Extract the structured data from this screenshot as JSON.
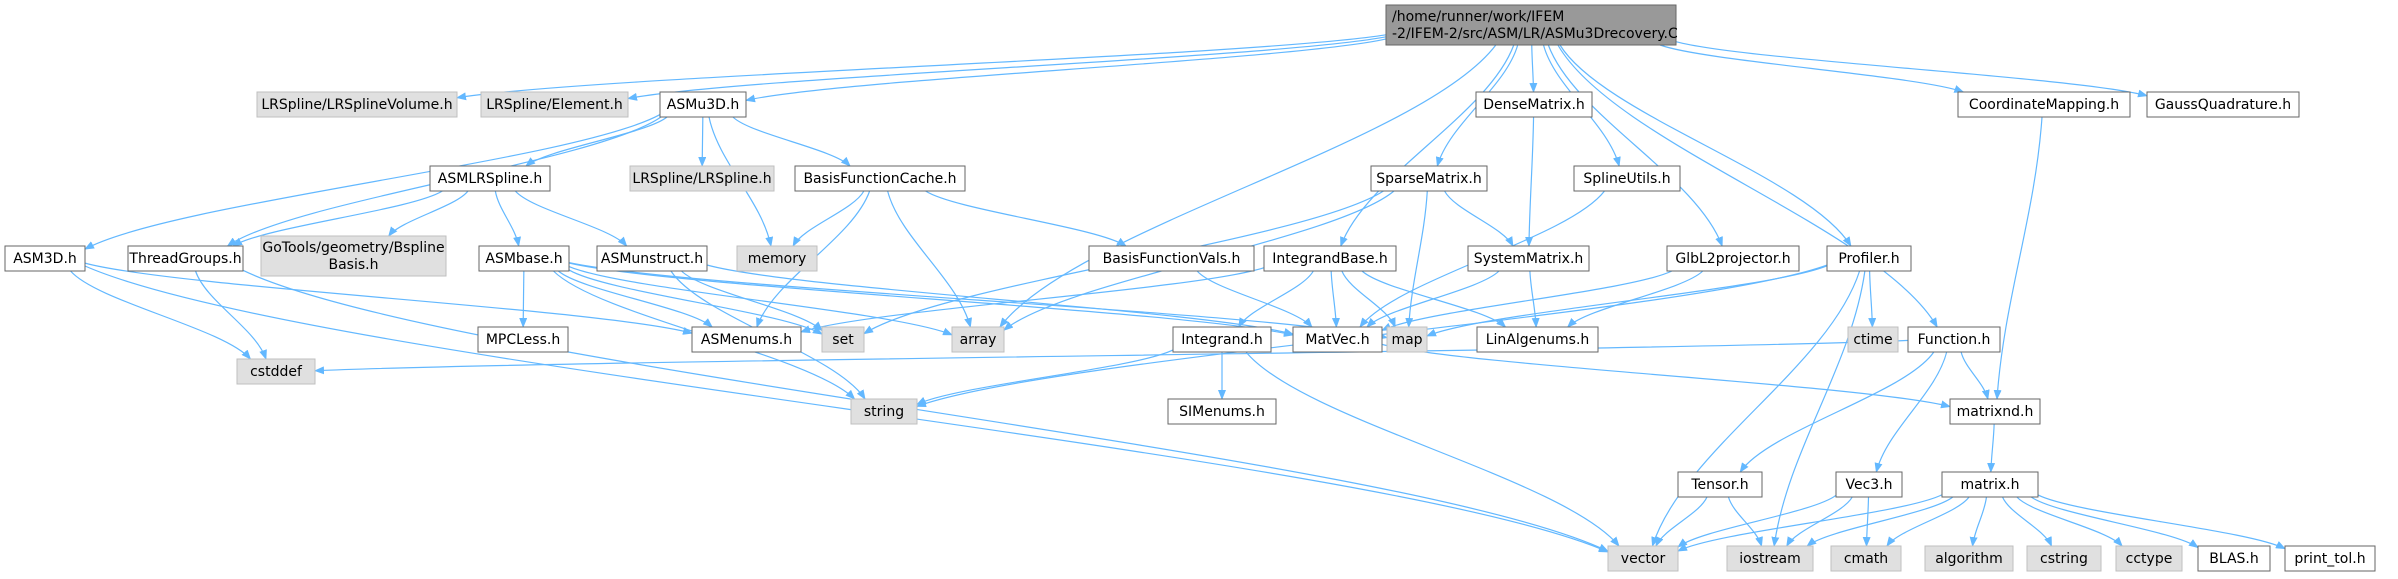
{
  "colors": {
    "edge": "#63b8ff",
    "node_border": "#666666",
    "root_fill": "#999999",
    "external_fill": "#e0e0e0",
    "node_fill": "#ffffff"
  },
  "nodes": [
    {
      "id": "root",
      "lines": [
        "/home/runner/work/IFEM",
        "-2/IFEM-2/src/ASM/LR/ASMu3Drecovery.C"
      ],
      "kind": "root"
    },
    {
      "id": "lrvol",
      "lines": [
        "LRSpline/LRSplineVolume.h"
      ],
      "kind": "external"
    },
    {
      "id": "lrelem",
      "lines": [
        "LRSpline/Element.h"
      ],
      "kind": "external"
    },
    {
      "id": "asmu3d",
      "lines": [
        "ASMu3D.h"
      ],
      "kind": "local"
    },
    {
      "id": "densematrix",
      "lines": [
        "DenseMatrix.h"
      ],
      "kind": "local"
    },
    {
      "id": "coordmap",
      "lines": [
        "CoordinateMapping.h"
      ],
      "kind": "local"
    },
    {
      "id": "gaussquad",
      "lines": [
        "GaussQuadrature.h"
      ],
      "kind": "local"
    },
    {
      "id": "asmlrspline",
      "lines": [
        "ASMLRSpline.h"
      ],
      "kind": "local"
    },
    {
      "id": "lrspline",
      "lines": [
        "LRSpline/LRSpline.h"
      ],
      "kind": "external"
    },
    {
      "id": "bfcache",
      "lines": [
        "BasisFunctionCache.h"
      ],
      "kind": "local"
    },
    {
      "id": "sparsematrix",
      "lines": [
        "SparseMatrix.h"
      ],
      "kind": "local"
    },
    {
      "id": "splineutils",
      "lines": [
        "SplineUtils.h"
      ],
      "kind": "local"
    },
    {
      "id": "asm3d",
      "lines": [
        "ASM3D.h"
      ],
      "kind": "local"
    },
    {
      "id": "threadgroups",
      "lines": [
        "ThreadGroups.h"
      ],
      "kind": "local"
    },
    {
      "id": "gotools",
      "lines": [
        "GoTools/geometry/Bspline",
        "Basis.h"
      ],
      "kind": "external"
    },
    {
      "id": "memory",
      "lines": [
        "memory"
      ],
      "kind": "external"
    },
    {
      "id": "asmbase",
      "lines": [
        "ASMbase.h"
      ],
      "kind": "local"
    },
    {
      "id": "asmunstruct",
      "lines": [
        "ASMunstruct.h"
      ],
      "kind": "local"
    },
    {
      "id": "bfvals",
      "lines": [
        "BasisFunctionVals.h"
      ],
      "kind": "local"
    },
    {
      "id": "integrandbase",
      "lines": [
        "IntegrandBase.h"
      ],
      "kind": "local"
    },
    {
      "id": "systemmatrix",
      "lines": [
        "SystemMatrix.h"
      ],
      "kind": "local"
    },
    {
      "id": "glbl2",
      "lines": [
        "GlbL2projector.h"
      ],
      "kind": "local"
    },
    {
      "id": "profiler",
      "lines": [
        "Profiler.h"
      ],
      "kind": "local"
    },
    {
      "id": "mpcless",
      "lines": [
        "MPCLess.h"
      ],
      "kind": "local"
    },
    {
      "id": "asmenums",
      "lines": [
        "ASMenums.h"
      ],
      "kind": "local"
    },
    {
      "id": "set",
      "lines": [
        "set"
      ],
      "kind": "external"
    },
    {
      "id": "array",
      "lines": [
        "array"
      ],
      "kind": "external"
    },
    {
      "id": "integrand",
      "lines": [
        "Integrand.h"
      ],
      "kind": "local"
    },
    {
      "id": "matvec",
      "lines": [
        "MatVec.h"
      ],
      "kind": "local"
    },
    {
      "id": "map",
      "lines": [
        "map"
      ],
      "kind": "external"
    },
    {
      "id": "linalgenums",
      "lines": [
        "LinAlgenums.h"
      ],
      "kind": "local"
    },
    {
      "id": "ctime",
      "lines": [
        "ctime"
      ],
      "kind": "external"
    },
    {
      "id": "function",
      "lines": [
        "Function.h"
      ],
      "kind": "local"
    },
    {
      "id": "cstddef",
      "lines": [
        "cstddef"
      ],
      "kind": "external"
    },
    {
      "id": "string",
      "lines": [
        "string"
      ],
      "kind": "external"
    },
    {
      "id": "simenums",
      "lines": [
        "SIMenums.h"
      ],
      "kind": "local"
    },
    {
      "id": "matrixnd",
      "lines": [
        "matrixnd.h"
      ],
      "kind": "local"
    },
    {
      "id": "tensor",
      "lines": [
        "Tensor.h"
      ],
      "kind": "local"
    },
    {
      "id": "vec3",
      "lines": [
        "Vec3.h"
      ],
      "kind": "local"
    },
    {
      "id": "matrix",
      "lines": [
        "matrix.h"
      ],
      "kind": "local"
    },
    {
      "id": "vector",
      "lines": [
        "vector"
      ],
      "kind": "external"
    },
    {
      "id": "iostream",
      "lines": [
        "iostream"
      ],
      "kind": "external"
    },
    {
      "id": "cmath",
      "lines": [
        "cmath"
      ],
      "kind": "external"
    },
    {
      "id": "algorithm",
      "lines": [
        "algorithm"
      ],
      "kind": "external"
    },
    {
      "id": "cstring",
      "lines": [
        "cstring"
      ],
      "kind": "external"
    },
    {
      "id": "cctype",
      "lines": [
        "cctype"
      ],
      "kind": "external"
    },
    {
      "id": "blas",
      "lines": [
        "BLAS.h"
      ],
      "kind": "local"
    },
    {
      "id": "printtol",
      "lines": [
        "print_tol.h"
      ],
      "kind": "local"
    }
  ],
  "edges": [
    [
      "root",
      "lrvol"
    ],
    [
      "root",
      "lrelem"
    ],
    [
      "root",
      "asmu3d"
    ],
    [
      "root",
      "array"
    ],
    [
      "root",
      "densematrix"
    ],
    [
      "root",
      "sparsematrix"
    ],
    [
      "root",
      "splineutils"
    ],
    [
      "root",
      "integrandbase"
    ],
    [
      "root",
      "glbl2"
    ],
    [
      "root",
      "profiler"
    ],
    [
      "root",
      "function"
    ],
    [
      "root",
      "coordmap"
    ],
    [
      "root",
      "gaussquad"
    ],
    [
      "asmu3d",
      "asm3d"
    ],
    [
      "asmu3d",
      "threadgroups"
    ],
    [
      "asmu3d",
      "asmlrspline"
    ],
    [
      "asmu3d",
      "memory"
    ],
    [
      "asmu3d",
      "lrspline"
    ],
    [
      "asmu3d",
      "bfcache"
    ],
    [
      "asmlrspline",
      "threadgroups"
    ],
    [
      "asmlrspline",
      "gotools"
    ],
    [
      "asmlrspline",
      "asmbase"
    ],
    [
      "asmlrspline",
      "asmunstruct"
    ],
    [
      "asm3d",
      "cstddef"
    ],
    [
      "asm3d",
      "asmenums"
    ],
    [
      "asm3d",
      "vector"
    ],
    [
      "threadgroups",
      "cstddef"
    ],
    [
      "threadgroups",
      "vector"
    ],
    [
      "asmbase",
      "mpcless"
    ],
    [
      "asmbase",
      "asmenums"
    ],
    [
      "asmbase",
      "set"
    ],
    [
      "asmbase",
      "array"
    ],
    [
      "asmbase",
      "matvec"
    ],
    [
      "asmbase",
      "map"
    ],
    [
      "asmbase",
      "string"
    ],
    [
      "asmunstruct",
      "set"
    ],
    [
      "asmunstruct",
      "string"
    ],
    [
      "asmunstruct",
      "matvec"
    ],
    [
      "bfcache",
      "memory"
    ],
    [
      "bfcache",
      "asmenums"
    ],
    [
      "bfcache",
      "array"
    ],
    [
      "bfcache",
      "bfvals"
    ],
    [
      "bfvals",
      "matvec"
    ],
    [
      "sparsematrix",
      "set"
    ],
    [
      "sparsematrix",
      "array"
    ],
    [
      "sparsematrix",
      "map"
    ],
    [
      "sparsematrix",
      "systemmatrix"
    ],
    [
      "densematrix",
      "systemmatrix"
    ],
    [
      "systemmatrix",
      "matvec"
    ],
    [
      "systemmatrix",
      "linalgenums"
    ],
    [
      "splineutils",
      "matvec"
    ],
    [
      "integrandbase",
      "asmenums"
    ],
    [
      "integrandbase",
      "integrand"
    ],
    [
      "integrandbase",
      "matvec"
    ],
    [
      "integrandbase",
      "map"
    ],
    [
      "integrandbase",
      "linalgenums"
    ],
    [
      "integrand",
      "simenums"
    ],
    [
      "integrand",
      "string"
    ],
    [
      "integrand",
      "vector"
    ],
    [
      "glbl2",
      "matvec"
    ],
    [
      "glbl2",
      "linalgenums"
    ],
    [
      "profiler",
      "ctime"
    ],
    [
      "profiler",
      "map"
    ],
    [
      "profiler",
      "string"
    ],
    [
      "profiler",
      "vector"
    ],
    [
      "profiler",
      "iostream"
    ],
    [
      "function",
      "cstddef"
    ],
    [
      "function",
      "matrixnd"
    ],
    [
      "function",
      "tensor"
    ],
    [
      "function",
      "vec3"
    ],
    [
      "coordmap",
      "matrixnd"
    ],
    [
      "matvec",
      "matrixnd"
    ],
    [
      "matrixnd",
      "matrix"
    ],
    [
      "tensor",
      "vector"
    ],
    [
      "tensor",
      "iostream"
    ],
    [
      "vec3",
      "vector"
    ],
    [
      "vec3",
      "iostream"
    ],
    [
      "vec3",
      "cmath"
    ],
    [
      "matrix",
      "vector"
    ],
    [
      "matrix",
      "iostream"
    ],
    [
      "matrix",
      "cmath"
    ],
    [
      "matrix",
      "algorithm"
    ],
    [
      "matrix",
      "cstring"
    ],
    [
      "matrix",
      "cctype"
    ],
    [
      "matrix",
      "blas"
    ],
    [
      "matrix",
      "printtol"
    ]
  ]
}
